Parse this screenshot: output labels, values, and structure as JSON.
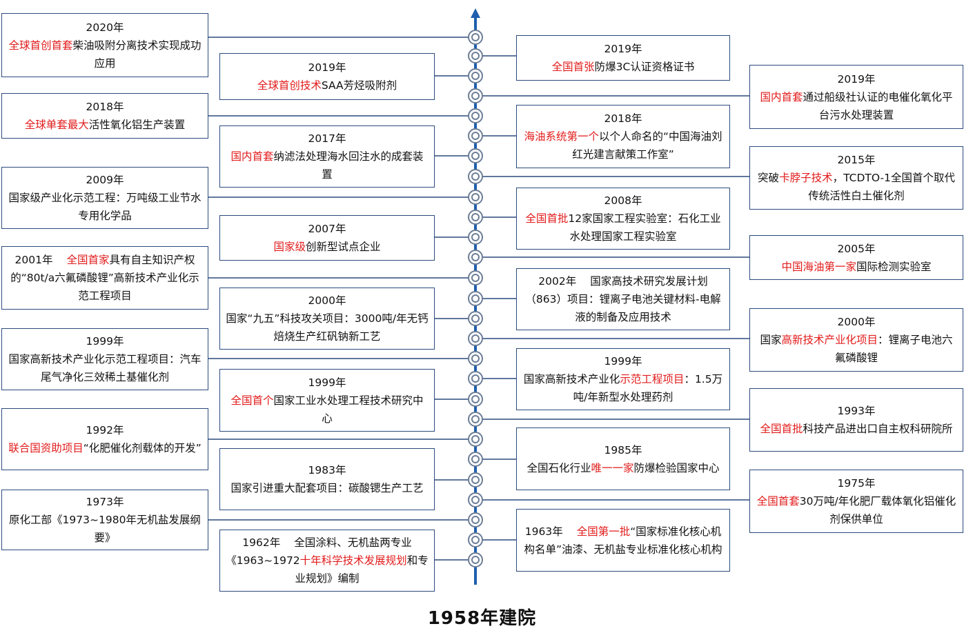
{
  "title": "1958年建院",
  "colors": {
    "axis": "#1f5fad",
    "connector": "#2a4a7d",
    "highlight": "#e21b1b",
    "box_border": "#2a4a7d",
    "node": "#6b7d96"
  },
  "events": [
    {
      "year": "2020年",
      "inline": false,
      "parts": [
        {
          "t": "全球首创首套",
          "hl": true
        },
        {
          "t": "柴油吸附分离技术实现成功应用"
        }
      ]
    },
    {
      "year": "2019年",
      "inline": false,
      "parts": [
        {
          "t": "全国首张",
          "hl": true
        },
        {
          "t": "防爆3C认证资格证书"
        }
      ]
    },
    {
      "year": "2019年",
      "inline": false,
      "parts": [
        {
          "t": "全球首创技术",
          "hl": true
        },
        {
          "t": "SAA芳烃吸附剂"
        }
      ]
    },
    {
      "year": "2019年",
      "inline": false,
      "parts": [
        {
          "t": "国内首套",
          "hl": true
        },
        {
          "t": "通过船级社认证的电催化氧化平台污水处理装置"
        }
      ]
    },
    {
      "year": "2018年",
      "inline": false,
      "parts": [
        {
          "t": "全球单套最大",
          "hl": true
        },
        {
          "t": "活性氧化铝生产装置"
        }
      ]
    },
    {
      "year": "2018年",
      "inline": false,
      "parts": [
        {
          "t": "海油系统第一个",
          "hl": true
        },
        {
          "t": "以个人命名的“中国海油刘红光建言献策工作室”"
        }
      ]
    },
    {
      "year": "2017年",
      "inline": false,
      "parts": [
        {
          "t": "国内首套",
          "hl": true
        },
        {
          "t": "纳滤法处理海水回注水的成套装置"
        }
      ]
    },
    {
      "year": "2015年",
      "inline": false,
      "parts": [
        {
          "t": "突破"
        },
        {
          "t": "卡脖子技术",
          "hl": true
        },
        {
          "t": "，TCDTO-1全国首个取代传统活性白土催化剂"
        }
      ]
    },
    {
      "year": "2009年",
      "inline": false,
      "parts": [
        {
          "t": "国家级产业化示范工程：万吨级工业节水专用化学品"
        }
      ]
    },
    {
      "year": "2008年",
      "inline": false,
      "parts": [
        {
          "t": "全国首批",
          "hl": true
        },
        {
          "t": "12家国家工程实验室：石化工业水处理国家工程实验室"
        }
      ]
    },
    {
      "year": "2007年",
      "inline": false,
      "parts": [
        {
          "t": "国家级",
          "hl": true
        },
        {
          "t": "创新型试点企业"
        }
      ]
    },
    {
      "year": "2005年",
      "inline": false,
      "parts": [
        {
          "t": "中国海油第一家",
          "hl": true
        },
        {
          "t": "国际检测实验室"
        }
      ]
    },
    {
      "year": "2001年",
      "inline": true,
      "parts": [
        {
          "t": "全国首家",
          "hl": true
        },
        {
          "t": "具有自主知识产权的“80t/a六氟磷酸锂”高新技术产业化示范工程项目"
        }
      ]
    },
    {
      "year": "2002年",
      "inline": true,
      "parts": [
        {
          "t": "国家高技术研究发展计划（863）项目：锂离子电池关键材料-电解液的制备及应用技术"
        }
      ]
    },
    {
      "year": "2000年",
      "inline": false,
      "parts": [
        {
          "t": "国家“九五”科技攻关项目：3000吨/年无钙焙烧生产红矾钠新工艺"
        }
      ]
    },
    {
      "year": "2000年",
      "inline": false,
      "parts": [
        {
          "t": "国家"
        },
        {
          "t": "高新技术产业化项目",
          "hl": true
        },
        {
          "t": "：锂离子电池六氟磷酸锂"
        }
      ]
    },
    {
      "year": "1999年",
      "inline": false,
      "parts": [
        {
          "t": "国家高新技术产业化示范工程项目：汽车尾气净化三效稀土基催化剂"
        }
      ]
    },
    {
      "year": "1999年",
      "inline": false,
      "parts": [
        {
          "t": "国家高新技术产业化"
        },
        {
          "t": "示范工程项目",
          "hl": true
        },
        {
          "t": "：1.5万吨/年新型水处理药剂"
        }
      ]
    },
    {
      "year": "1999年",
      "inline": false,
      "parts": [
        {
          "t": "全国首个",
          "hl": true
        },
        {
          "t": "国家工业水处理工程技术研究中心"
        }
      ]
    },
    {
      "year": "1993年",
      "inline": false,
      "parts": [
        {
          "t": "全国首批",
          "hl": true
        },
        {
          "t": "科技产品进出口自主权科研院所"
        }
      ]
    },
    {
      "year": "1992年",
      "inline": false,
      "parts": [
        {
          "t": "联合国资助项目",
          "hl": true
        },
        {
          "t": "“化肥催化剂载体的开发”"
        }
      ]
    },
    {
      "year": "1985年",
      "inline": false,
      "parts": [
        {
          "t": "全国石化行业"
        },
        {
          "t": "唯一一家",
          "hl": true
        },
        {
          "t": "防爆检验国家中心"
        }
      ]
    },
    {
      "year": "1983年",
      "inline": false,
      "parts": [
        {
          "t": "国家引进重大配套项目：碳酸锶生产工艺"
        }
      ]
    },
    {
      "year": "1975年",
      "inline": false,
      "parts": [
        {
          "t": "全国首套",
          "hl": true
        },
        {
          "t": "30万吨/年化肥厂载体氧化铝催化剂保供单位"
        }
      ]
    },
    {
      "year": "1973年",
      "inline": false,
      "parts": [
        {
          "t": "原化工部《1973~1980年无机盐发展纲要》"
        }
      ]
    },
    {
      "year": "1963年",
      "inline": true,
      "parts": [
        {
          "t": "全国第一批",
          "hl": true
        },
        {
          "t": "“国家标准化核心机构名单”油漆、无机盐专业标准化核心机构"
        }
      ]
    },
    {
      "year": "1962年",
      "inline": true,
      "parts": [
        {
          "t": "全国涂料、无机盐两专业《1963~1972"
        },
        {
          "t": "十年科学技术发展规划",
          "hl": true
        },
        {
          "t": "和专业规划》编制"
        }
      ]
    }
  ]
}
